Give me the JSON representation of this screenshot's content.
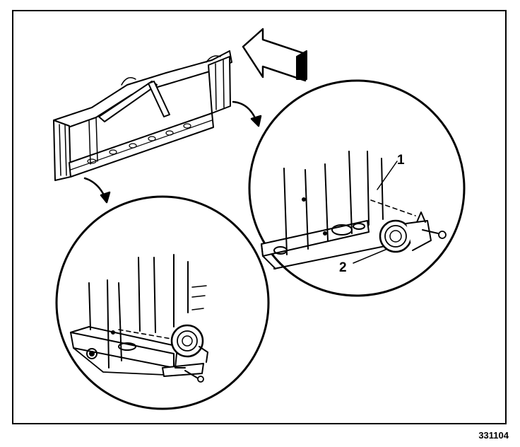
{
  "callouts": {
    "one": "1",
    "two": "2"
  },
  "figure_number": "331104",
  "icons": [
    "front-direction-arrow-icon",
    "detail-arrow-icon"
  ],
  "colors": {
    "ink": "#000000",
    "paper": "#ffffff"
  }
}
